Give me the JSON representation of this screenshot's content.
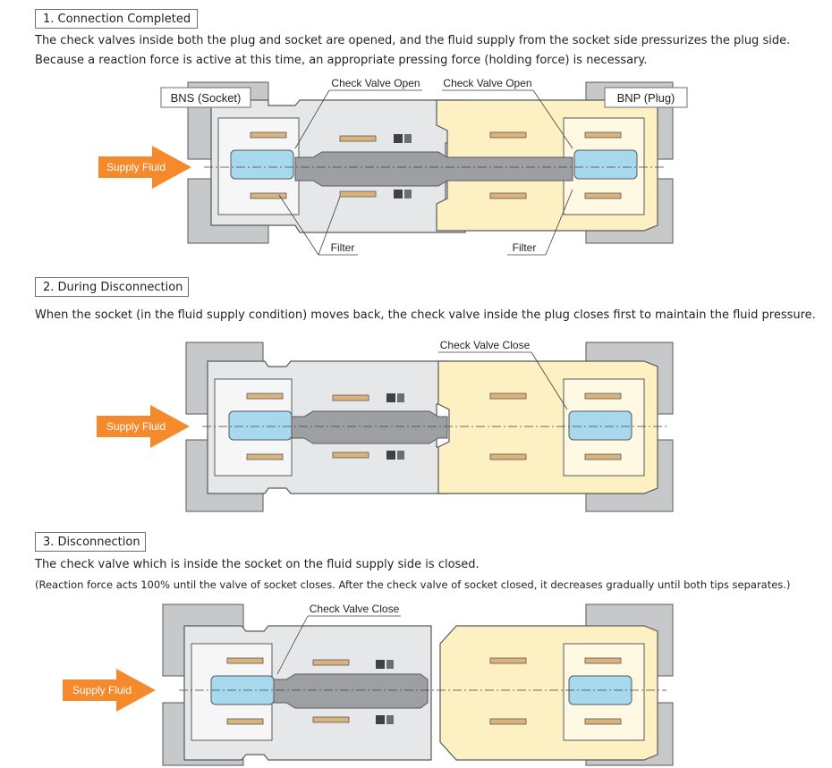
{
  "sections": [
    {
      "title": "1. Connection Completed",
      "lines": [
        "The check valves inside both the plug and socket are opened, and the fluid supply from the socket side pressurizes the plug side.",
        "Because a reaction force is active at this time, an appropriate pressing force (holding force) is necessary."
      ],
      "labels": {
        "socket": "BNS (Socket)",
        "plug": "BNP (Plug)",
        "valve_left": "Check Valve Open",
        "valve_right": "Check Valve Open",
        "filter_left": "Filter",
        "filter_right": "Filter",
        "supply": "Supply Fluid"
      }
    },
    {
      "title": "2. During Disconnection",
      "lines": [
        "When the socket (in the fluid supply condition) moves back, the check valve inside the plug closes first to maintain the fluid pressure."
      ],
      "labels": {
        "valve": "Check Valve Close",
        "supply": "Supply Fluid"
      }
    },
    {
      "title": "3. Disconnection",
      "lines": [
        "The check valve which is inside the socket on the fluid supply side is closed.",
        "(Reaction force acts 100% until the valve of socket closes. After the check valve of socket closed, it decreases gradually until both tips separates.)"
      ],
      "labels": {
        "valve": "Check Valve Close",
        "supply": "Supply Fluid"
      }
    }
  ],
  "colors": {
    "socket_body": "#e6e7e8",
    "plug_body": "#fdf0c2",
    "wall": "#c7c8ca",
    "valve": "#a6d8ee",
    "seal": "#d9b27c",
    "stem": "#9d9fa2",
    "arrow": "#f58a2c",
    "outline": "#58595b"
  }
}
